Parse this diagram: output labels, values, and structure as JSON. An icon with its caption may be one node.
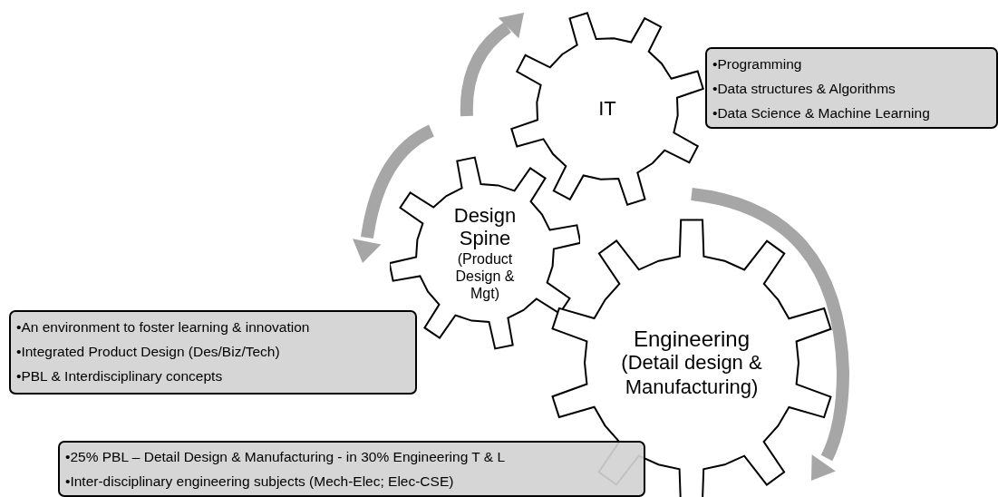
{
  "diagram": {
    "nodes": [
      {
        "text": [
          "IT"
        ]
      },
      {
        "text": [
          "•Programming",
          "•Data structures & Algorithms",
          "•Data Science & Machine Learning"
        ]
      },
      {
        "text": [
          "Design Spine",
          "(Product Design & Mgt)"
        ]
      },
      {
        "text": [
          "•An environment to foster learning & innovation",
          "•Integrated Product Design (Des/Biz/Tech)",
          "•PBL & Interdisciplinary concepts"
        ]
      },
      {
        "text": [
          "Engineering",
          "(Detail design & Manufacturing)"
        ]
      },
      {
        "text": [
          "•25% PBL – Detail Design & Manufacturing - in 30% Engineering T & L",
          "•Inter-disciplinary engineering subjects (Mech-Elec; Elec-CSE)"
        ]
      }
    ]
  }
}
